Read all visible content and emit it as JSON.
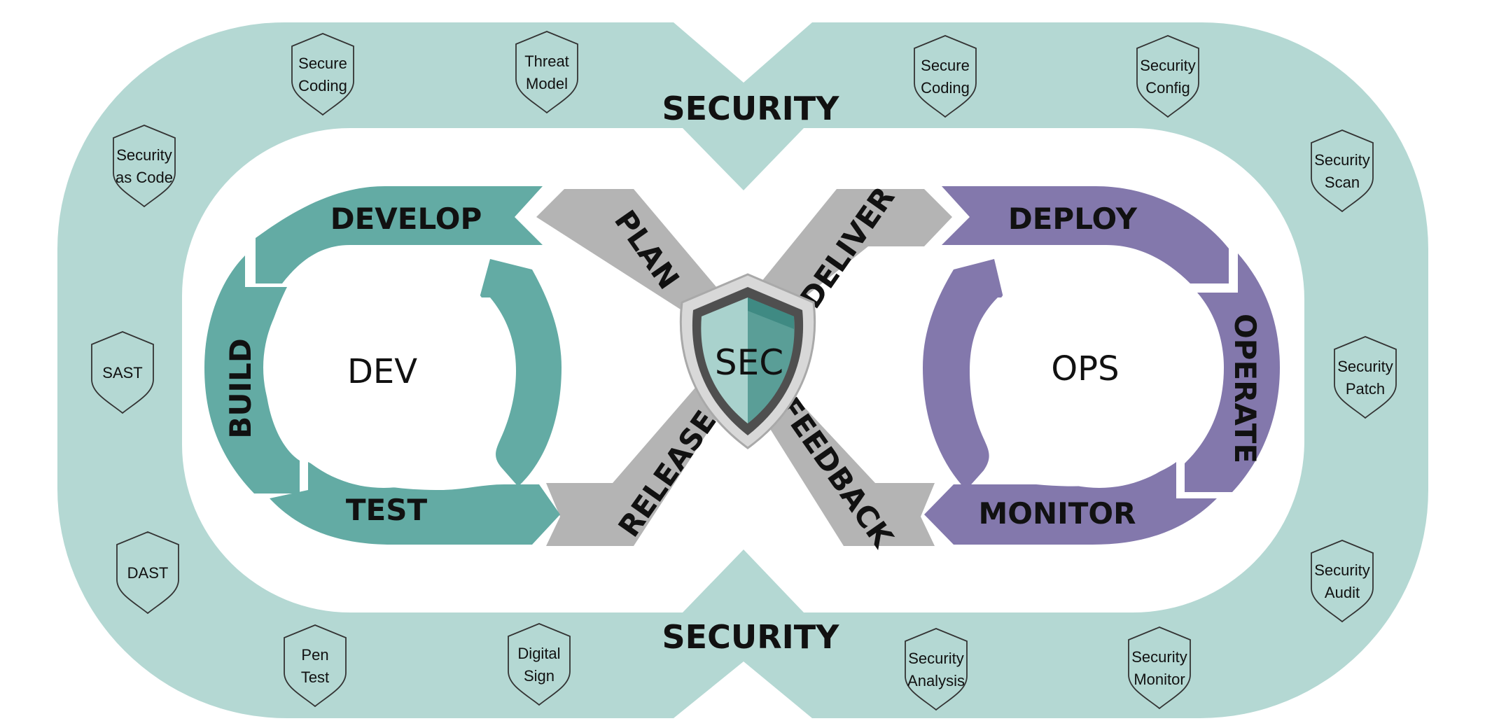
{
  "security_band": {
    "top_label": "SECURITY",
    "bottom_label": "SECURITY"
  },
  "dev_loop": {
    "center": "DEV",
    "stages": {
      "develop": "DEVELOP",
      "build": "BUILD",
      "test": "TEST"
    }
  },
  "ops_loop": {
    "center": "OPS",
    "stages": {
      "deploy": "DEPLOY",
      "operate": "OPERATE",
      "monitor": "MONITOR"
    }
  },
  "cross_arms": {
    "plan": "PLAN",
    "deliver": "DELIVER",
    "release": "RELEASE",
    "feedback": "FEEDBACK"
  },
  "shield": {
    "label": "SEC"
  },
  "badges": [
    {
      "name": "secure-coding-badge-left",
      "lines": [
        "Secure",
        "Coding"
      ]
    },
    {
      "name": "threat-model-badge",
      "lines": [
        "Threat",
        "Model"
      ]
    },
    {
      "name": "secure-coding-badge-right",
      "lines": [
        "Secure",
        "Coding"
      ]
    },
    {
      "name": "security-config-badge",
      "lines": [
        "Security",
        "Config"
      ]
    },
    {
      "name": "security-as-code-badge",
      "lines": [
        "Security",
        "as Code"
      ]
    },
    {
      "name": "sast-badge",
      "lines": [
        "SAST"
      ]
    },
    {
      "name": "dast-badge",
      "lines": [
        "DAST"
      ]
    },
    {
      "name": "pen-test-badge",
      "lines": [
        "Pen",
        "Test"
      ]
    },
    {
      "name": "digital-sign-badge",
      "lines": [
        "Digital",
        "Sign"
      ]
    },
    {
      "name": "security-analysis-badge",
      "lines": [
        "Security",
        "Analysis"
      ]
    },
    {
      "name": "security-monitor-badge",
      "lines": [
        "Security",
        "Monitor"
      ]
    },
    {
      "name": "security-audit-badge",
      "lines": [
        "Security",
        "Audit"
      ]
    },
    {
      "name": "security-patch-badge",
      "lines": [
        "Security",
        "Patch"
      ]
    },
    {
      "name": "security-scan-badge",
      "lines": [
        "Security",
        "Scan"
      ]
    }
  ],
  "colors": {
    "security_band": "#b4d8d3",
    "dev_teal": "#63aba4",
    "ops_purple": "#8378ac",
    "arm_gray": "#b4b4b4",
    "shield_dark": "#4f4f4f",
    "shield_teal": "#5a9e97",
    "shield_light": "#a9d2cd"
  }
}
